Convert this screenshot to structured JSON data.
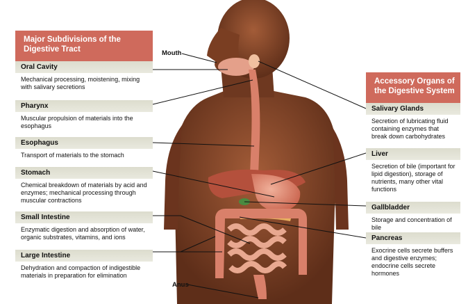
{
  "left_panel": {
    "header": "Major Subdivisions of the Digestive Tract",
    "sections": [
      {
        "title": "Oral Cavity",
        "desc": "Mechanical processing, moistening, mixing with salivary secretions"
      },
      {
        "title": "Pharynx",
        "desc": "Muscular propulsion of materials into the esophagus"
      },
      {
        "title": "Esophagus",
        "desc": "Transport of materials to the stomach"
      },
      {
        "title": "Stomach",
        "desc": "Chemical breakdown of materials by acid and enzymes; mechanical processing through muscular contractions"
      },
      {
        "title": "Small Intestine",
        "desc": "Enzymatic digestion and absorption of water, organic substrates, vitamins, and ions"
      },
      {
        "title": "Large Intestine",
        "desc": "Dehydration and compaction of indigestible materials in preparation for elimination"
      }
    ]
  },
  "right_panel": {
    "header": "Accessory Organs of the Digestive System",
    "sections": [
      {
        "title": "Salivary Glands",
        "desc": "Secretion of lubricating fluid containing enzymes that break down carbohydrates"
      },
      {
        "title": "Liver",
        "desc": "Secretion of bile (important for lipid digestion), storage of nutrients, many other vital functions"
      },
      {
        "title": "Gallbladder",
        "desc": "Storage and concentration of bile"
      },
      {
        "title": "Pancreas",
        "desc": "Exocrine cells secrete buffers and digestive enzymes; endocrine cells secrete hormones"
      }
    ]
  },
  "labels": {
    "mouth": "Mouth",
    "anus": "Anus"
  },
  "colors": {
    "header": "#cf6a5c",
    "section_bar": "#dcdccd",
    "skin": "#8a4a2c",
    "organ": "#d9806a",
    "intestine": "#e4a08a"
  }
}
